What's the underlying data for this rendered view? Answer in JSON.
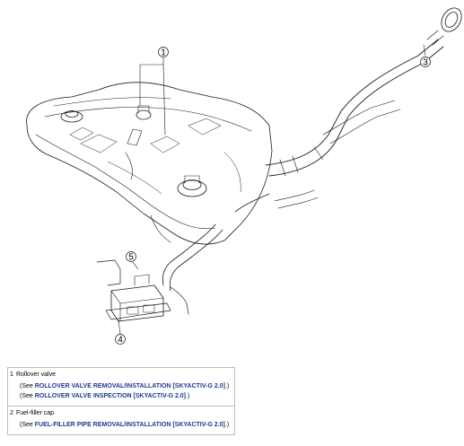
{
  "diagram": {
    "callouts": [
      "1",
      "3",
      "5",
      "4"
    ]
  },
  "parts": [
    {
      "number": "1",
      "name": "Rollover valve",
      "refs": [
        {
          "prefix": "(See ",
          "link": "ROLLOVER VALVE REMOVAL/INSTALLATION [SKYACTIV-G 2.0]",
          "suffix": ".)"
        },
        {
          "prefix": "(See ",
          "link": "ROLLOVER VALVE INSPECTION [SKYACTIV-G 2.0]",
          "suffix": ".)"
        }
      ]
    },
    {
      "number": "2",
      "name": "Fuel-filler cap",
      "refs": [
        {
          "prefix": "(See ",
          "link": "FUEL-FILLER PIPE REMOVAL/INSTALLATION [SKYACTIV-G 2.0]",
          "suffix": ".)"
        }
      ]
    }
  ],
  "colors": {
    "link": "#1f3a8f",
    "border": "#bfbfbf",
    "line": "#1a1a1a"
  }
}
